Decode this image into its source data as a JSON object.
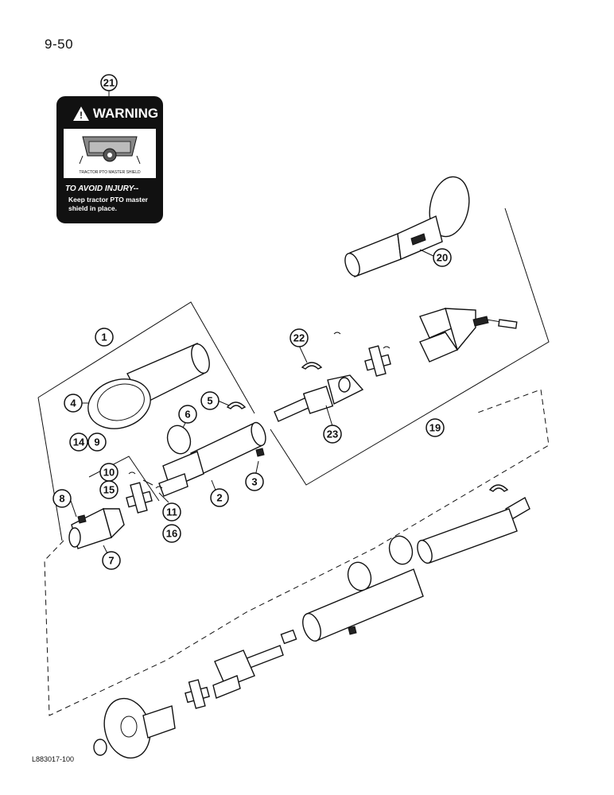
{
  "page": {
    "number": "9-50",
    "doc_code": "L883017-100"
  },
  "warning_decal": {
    "header": "WARNING",
    "image_caption": "TRACTOR PTO MASTER SHIELD",
    "headline": "TO AVOID INJURY--",
    "body_line1": "Keep tractor PTO master",
    "body_line2": "shield in place."
  },
  "callouts": {
    "c1": "1",
    "c2": "2",
    "c3": "3",
    "c4": "4",
    "c5": "5",
    "c6": "6",
    "c7": "7",
    "c8": "8",
    "c9": "9",
    "c10": "10",
    "c11": "11",
    "c14": "14",
    "c15": "15",
    "c16": "16",
    "c19": "19",
    "c20": "20",
    "c21": "21",
    "c22": "22",
    "c23": "23"
  }
}
